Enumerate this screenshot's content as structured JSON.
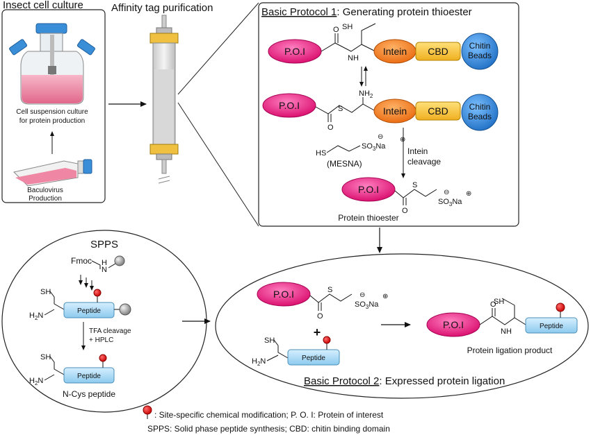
{
  "insect_culture": {
    "title": "Insect cell culture",
    "culture_caption_1": "Cell suspension culture",
    "culture_caption_2": "for protein production",
    "bac_caption_1": "Baculovirus",
    "bac_caption_2": "Production"
  },
  "affinity": {
    "title": "Affinity tag purification"
  },
  "protocol1": {
    "title_under": "Basic Protocol 1",
    "title_rest": ": Generating protein thioester",
    "poi": "P.O.I",
    "intein": "Intein",
    "cbd": "CBD",
    "chitin_1": "Chitin",
    "chitin_2": "Beads",
    "sh": "SH",
    "nh": "NH",
    "nh2": "NH",
    "o": "O",
    "s": "S",
    "mesna_hs": "HS",
    "mesna_so3na": "SO",
    "mesna_name": "(MESNA)",
    "cleavage_1": "Intein",
    "cleavage_2": "cleavage",
    "product_label": "Protein thioester"
  },
  "spps": {
    "title": "SPPS",
    "fmoc": "Fmoc",
    "peptide": "Peptide",
    "sh": "SH",
    "h2n": "H",
    "tfa_1": "TFA cleavage",
    "tfa_2": "+ HPLC",
    "ncys_label": "N-Cys peptide"
  },
  "protocol2": {
    "title_under": "Basic Protocol 2",
    "title_rest": ": Expressed protein ligation",
    "poi": "P.O.I",
    "plus": "+",
    "peptide": "Peptide",
    "product_label": "Protein ligation product"
  },
  "legend": {
    "line1": ": Site-specific chemical modification; P. O. I: Protein of interest",
    "line2": "SPPS: Solid phase peptide synthesis; CBD: chitin binding domain"
  },
  "colors": {
    "poi": "#e8127a",
    "intein": "#f07c1e",
    "cbd": "#f7c23c",
    "chitin": "#3a8ed8",
    "peptide": "#a9d6f0",
    "modification": "#e11b1b"
  }
}
